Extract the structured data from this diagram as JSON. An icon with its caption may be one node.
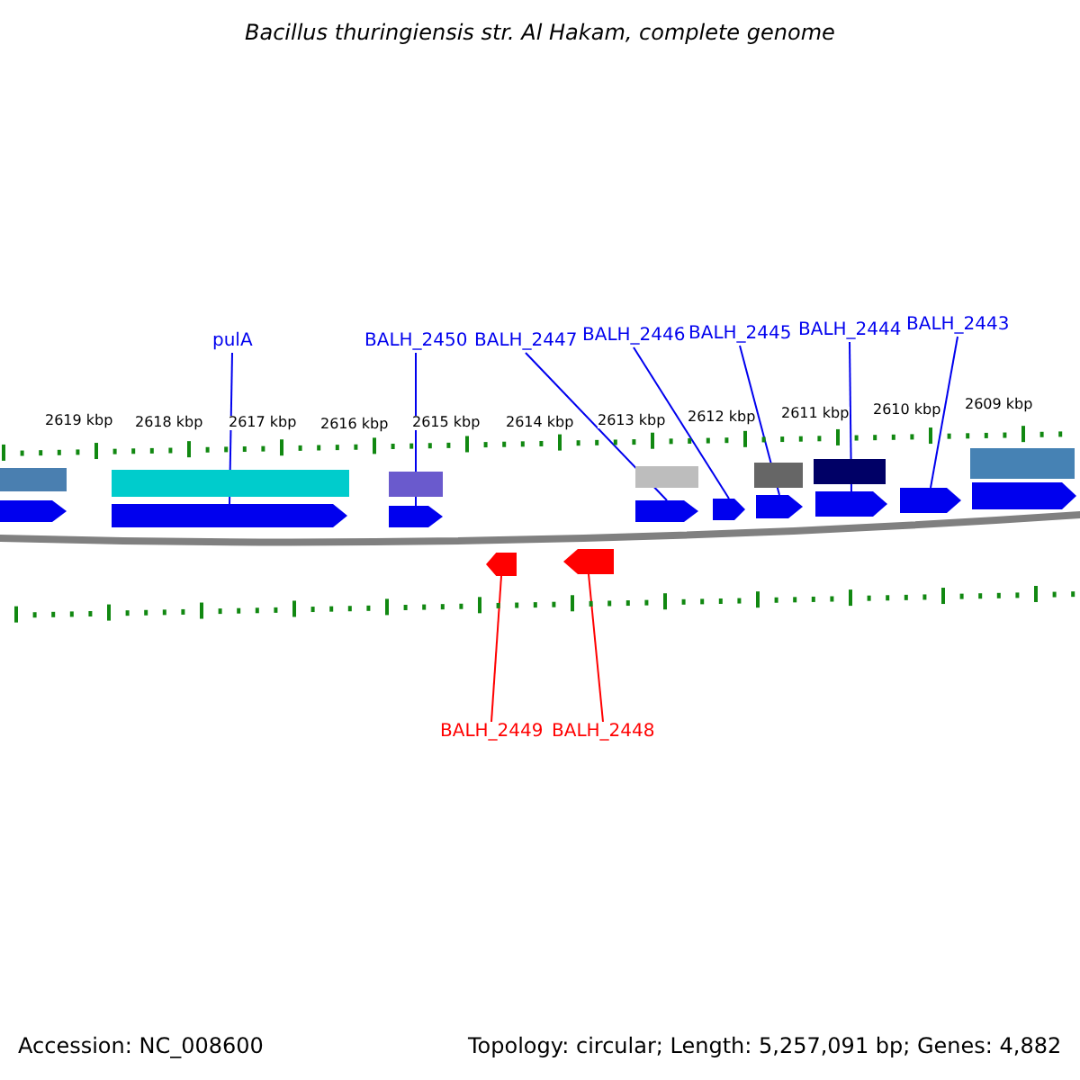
{
  "diagram": {
    "title": "Bacillus thuringiensis str. Al Hakam, complete genome",
    "nodes": [
      {
        "text": [
          "pulA"
        ]
      },
      {
        "text": [
          "BALH_2450"
        ]
      },
      {
        "text": [
          "BALH_2447"
        ]
      },
      {
        "text": [
          "BALH_2446"
        ]
      },
      {
        "text": [
          "BALH_2445"
        ]
      },
      {
        "text": [
          "BALH_2444"
        ]
      },
      {
        "text": [
          "BALH_2443"
        ]
      },
      {
        "text": [
          "BALH_2449"
        ]
      },
      {
        "text": [
          "BALH_2448"
        ]
      },
      {
        "text": [],
        "shape": "pentagon"
      },
      {
        "text": [],
        "shape": "pentagon"
      },
      {
        "text": [],
        "shape": "pentagon"
      },
      {
        "text": [],
        "shape": "pentagon"
      },
      {
        "text": [],
        "shape": "pentagon"
      },
      {
        "text": [],
        "shape": "pentagon"
      },
      {
        "text": [],
        "shape": "pentagon"
      },
      {
        "text": [],
        "shape": "pentagon"
      },
      {
        "text": [],
        "shape": "pentagon"
      },
      {
        "text": [],
        "shape": "pentagon"
      },
      {
        "text": [],
        "shape": "pentagon"
      }
    ],
    "edges": [
      {
        "from": 0,
        "to": 9,
        "arrow": "none"
      },
      {
        "from": 1,
        "to": 10,
        "arrow": "none"
      },
      {
        "from": 2,
        "to": 11,
        "arrow": "none"
      },
      {
        "from": 3,
        "to": 12,
        "arrow": "none"
      },
      {
        "from": 4,
        "to": 13,
        "arrow": "none"
      },
      {
        "from": 5,
        "to": 14,
        "arrow": "none"
      },
      {
        "from": 6,
        "to": 15,
        "arrow": "none"
      },
      {
        "from": 7,
        "to": 16,
        "arrow": "none",
        "color": "#ff0000"
      },
      {
        "from": 8,
        "to": 17,
        "arrow": "none",
        "color": "#ff0000"
      }
    ],
    "labels": [
      "2619 kbp",
      "2618 kbp",
      "2617 kbp",
      "2616 kbp",
      "2615 kbp",
      "2614 kbp",
      "2613 kbp",
      "2612 kbp",
      "2611 kbp",
      "2610 kbp",
      "2609 kbp",
      "Accession: NC_008600",
      "Topology: circular; Length: 5,257,091 bp; Genes: 4,882"
    ]
  }
}
